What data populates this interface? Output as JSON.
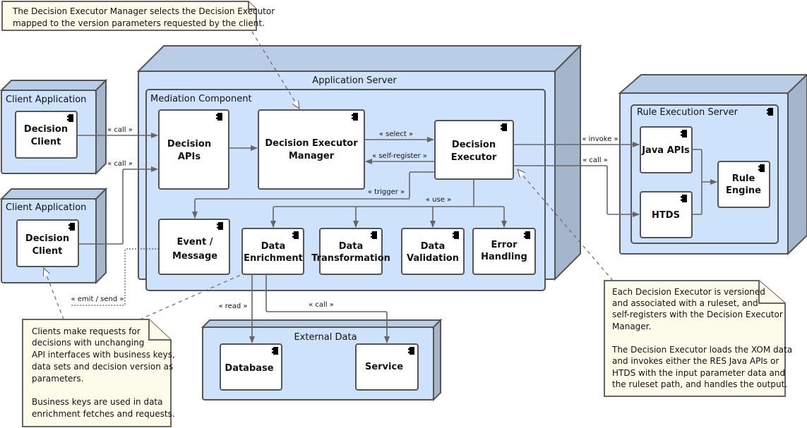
{
  "diagram": {
    "type": "UML deployment/component diagram",
    "nodes": {
      "client_app_1": {
        "title": "Client Application",
        "component": "Decision Client"
      },
      "client_app_2": {
        "title": "Client Application",
        "component": "Decision Client"
      },
      "app_server": {
        "title": "Application Server"
      },
      "mediation": {
        "title": "Mediation Component",
        "components": {
          "decision_apis": "Decision APIs",
          "executor_manager": "Decision Executor Manager",
          "decision_executor": "Decision Executor",
          "event_message": "Event / Message",
          "data_enrichment": "Data Enrichment",
          "data_transformation": "Data Transformation",
          "data_validation": "Data Validation",
          "error_handling": "Error Handling"
        }
      },
      "rule_server_node": {
        "title": ""
      },
      "rule_execution_server": {
        "title": "Rule Execution Server",
        "components": {
          "java_apis": "Java APIs",
          "htds": "HTDS",
          "rule_engine": "Rule Engine"
        }
      },
      "external_data": {
        "title": "External Data",
        "components": {
          "database": "Database",
          "service": "Service"
        }
      }
    },
    "edge_labels": {
      "call_1": "« call »",
      "call_2": "« call »",
      "select": "« select »",
      "self_register": "« self-register »",
      "trigger": "« trigger »",
      "use": "« use »",
      "invoke": "« invoke »",
      "call_res": "« call »",
      "emit_send": "« emit / send »",
      "read": "« read »",
      "call_ext": "« call »"
    },
    "notes": {
      "top": [
        "The Decision Executor Manager selects the Decision Executor",
        "mapped to the version parameters requested by the client."
      ],
      "bottom_left": [
        "Clients make requests  for",
        "decisions with unchanging",
        "API interfaces with business keys,",
        "data sets and decision version as",
        "parameters.",
        "",
        "Business keys are used in data",
        "enrichment fetches and requests."
      ],
      "bottom_right": [
        "Each Decision Executor is versioned",
        "and associated with a ruleset, and",
        "self-registers with the Decision Executor",
        "Manager.",
        "",
        "The Decision Executor loads the XOM data",
        "and invokes either the RES Java APIs or",
        "HTDS with the input parameter data and",
        "the ruleset path, and handles the output."
      ]
    },
    "colors": {
      "node_fill": "#cfe2fc",
      "node_top": "#b9cde6",
      "node_side": "#a4b5cc",
      "note_fill": "#fdfbe9",
      "component_fill": "#ffffff",
      "line": "#666666"
    }
  }
}
